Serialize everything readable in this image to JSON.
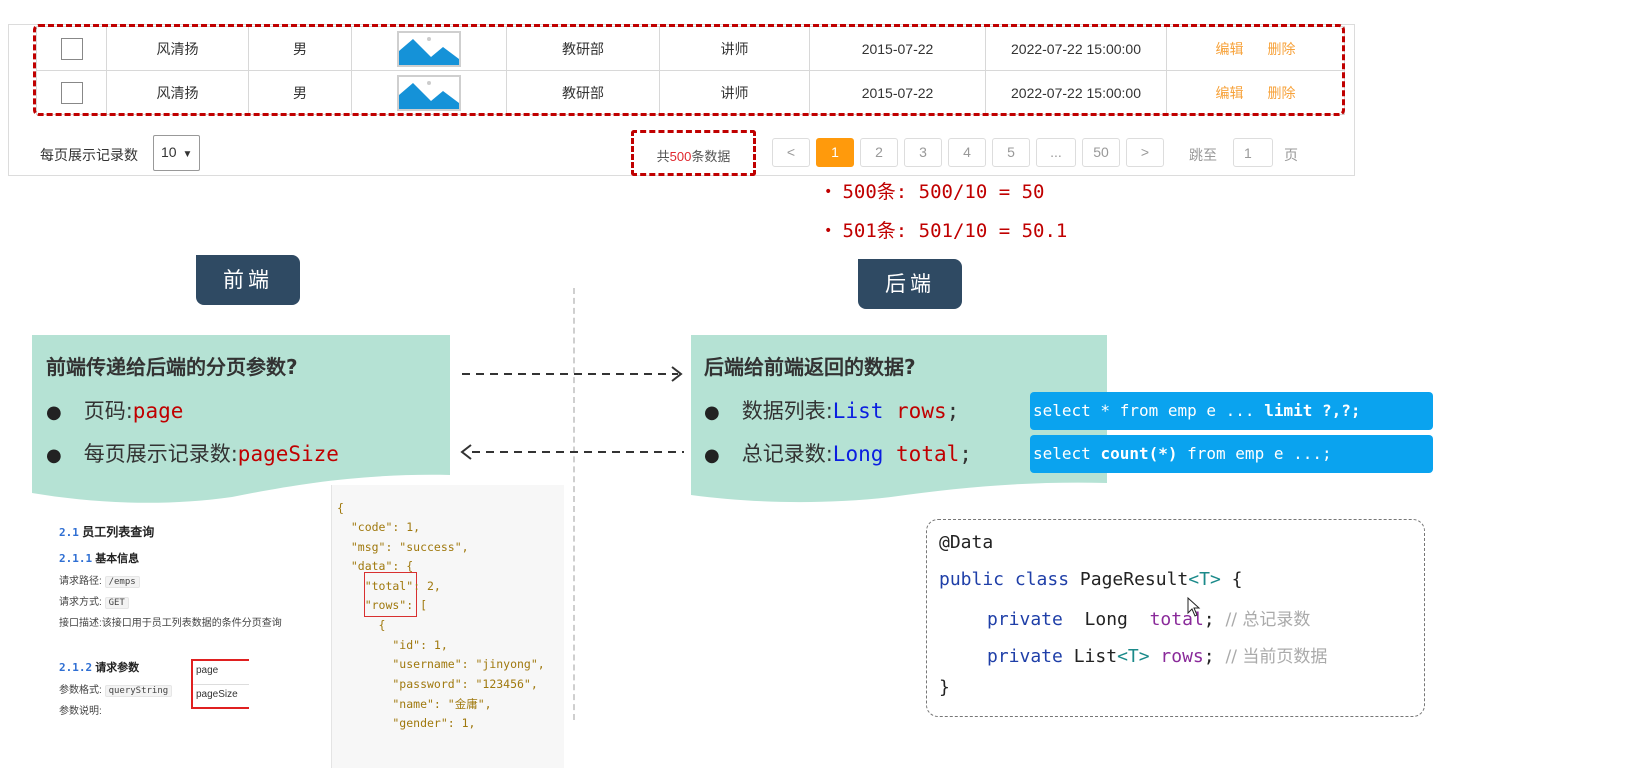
{
  "table": {
    "rows": [
      {
        "name": "风清扬",
        "gender": "男",
        "dept": "教研部",
        "job": "讲师",
        "entry_date": "2015-07-22",
        "update_time": "2022-07-22 15:00:00",
        "edit": "编辑",
        "delete": "删除"
      },
      {
        "name": "风清扬",
        "gender": "男",
        "dept": "教研部",
        "job": "讲师",
        "entry_date": "2015-07-22",
        "update_time": "2022-07-22 15:00:00",
        "edit": "编辑",
        "delete": "删除"
      }
    ],
    "image_icon": "image-placeholder-icon"
  },
  "pagination": {
    "per_page_label": "每页展示记录数",
    "per_page_value": "10",
    "total_prefix": "共",
    "total_count": "500",
    "total_suffix": "条数据",
    "prev": "<",
    "pages": [
      "1",
      "2",
      "3",
      "4",
      "5",
      "...",
      "50"
    ],
    "current_page": "1",
    "next": ">",
    "jump_label": "跳至",
    "jump_value": "1",
    "jump_suffix": "页"
  },
  "calc_notes": [
    "500条: 500/10 = 50",
    "501条: 501/10 = 50.1"
  ],
  "frontend": {
    "badge": "前端",
    "question": "前端传递给后端的分页参数?",
    "items": [
      {
        "label": "页码:",
        "value": "page"
      },
      {
        "label": "每页展示记录数:",
        "value": "pageSize"
      }
    ]
  },
  "backend": {
    "badge": "后端",
    "question": "后端给前端返回的数据?",
    "items": [
      {
        "label": "数据列表:",
        "type": "List",
        "value": "rows",
        "semi": ";"
      },
      {
        "label": "总记录数:",
        "type": "Long",
        "value": "total",
        "semi": ";"
      }
    ],
    "sql": [
      {
        "pre": "select * from emp e ... ",
        "bold": "limit ?,?;",
        "post": ""
      },
      {
        "pre": "select ",
        "bold": "count(*)",
        "post": " from emp e ...;"
      }
    ]
  },
  "api_doc": {
    "section_num": "2.1",
    "section_title": "员工列表查询",
    "sub1_num": "2.1.1",
    "sub1_title": "基本信息",
    "path_label": "请求路径:",
    "path_value": "/emps",
    "method_label": "请求方式:",
    "method_value": "GET",
    "desc_label": "接口描述:",
    "desc_value": "该接口用于员工列表数据的条件分页查询",
    "sub2_num": "2.1.2",
    "sub2_title": "请求参数",
    "format_label": "参数格式:",
    "format_value": "queryString",
    "explain_label": "参数说明:",
    "params": [
      "page",
      "pageSize"
    ]
  },
  "json_sample": {
    "lines": [
      "{",
      "  \"code\": 1,",
      "  \"msg\": \"success\",",
      "  \"data\": {",
      "    \"total\": 2,",
      "    \"rows\": [",
      "      {",
      "        \"id\": 1,",
      "        \"username\": \"jinyong\",",
      "        \"password\": \"123456\",",
      "        \"name\": \"金庸\",",
      "        \"gender\": 1,"
    ]
  },
  "java_code": {
    "annotation": "@Data",
    "class_kw": "public class",
    "class_name": "PageResult",
    "generic": "<T>",
    "open": "{",
    "field1": {
      "mod": "private",
      "type": "Long",
      "name": "total",
      "comment": "// 总记录数"
    },
    "field2": {
      "mod": "private",
      "type_main": "List",
      "type_generic": "<T>",
      "name": "rows",
      "comment": "// 当前页数据"
    },
    "close": "}"
  },
  "colors": {
    "accent_orange": "#ff9a0c",
    "dash_red": "#c00000",
    "badge_navy": "#2f4a63",
    "green_box": "#b5e2d4",
    "sql_blue": "#0aa3ef"
  }
}
